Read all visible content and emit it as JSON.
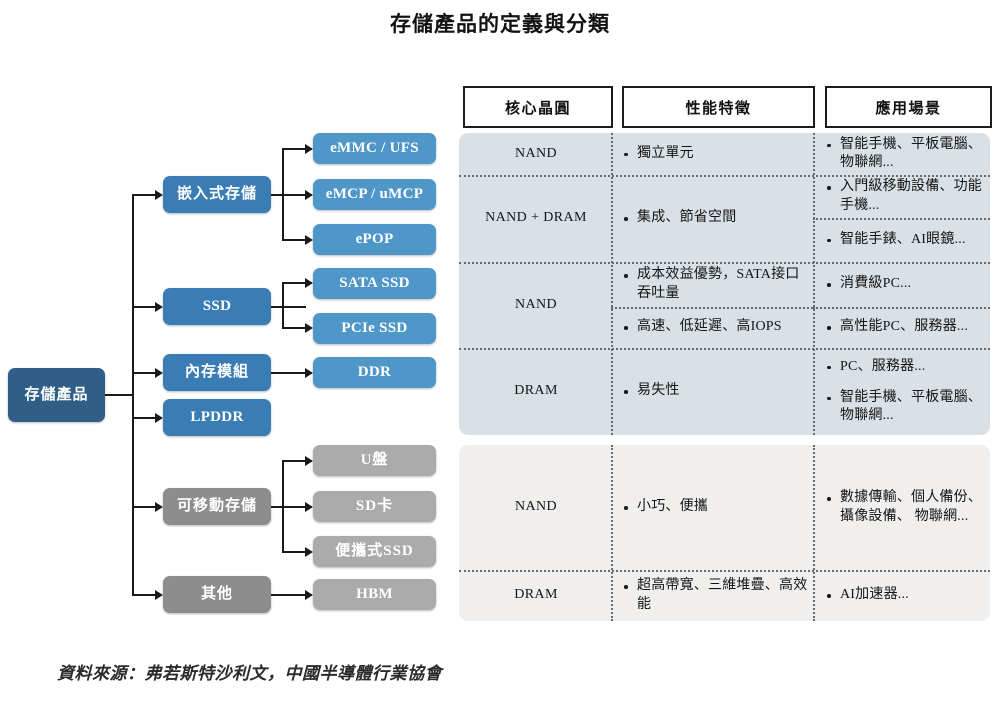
{
  "title": "存儲產品的定義與分類",
  "footer": "資料來源：弗若斯特沙利文，中國半導體行業協會",
  "colors": {
    "root": "#2f5f87",
    "level2_blue": "#3a7cb4",
    "level3_blue": "#4e97c8",
    "level2_gray": "#8d8d8d",
    "level3_gray": "#ababab",
    "block_upper": "#d9e1e6",
    "block_lower": "#f0efed"
  },
  "tree": {
    "root": {
      "label": "存儲產品"
    },
    "branches": [
      {
        "label": "嵌入式存儲",
        "style": "blue",
        "children": [
          {
            "label": "eMMC / UFS"
          },
          {
            "label": "eMCP / uMCP"
          },
          {
            "label": "ePOP"
          }
        ]
      },
      {
        "label": "SSD",
        "style": "blue",
        "children": [
          {
            "label": "SATA SSD"
          },
          {
            "label": "PCIe SSD"
          }
        ]
      },
      {
        "label": "內存模組",
        "style": "blue",
        "children": [
          {
            "label": "DDR"
          }
        ]
      },
      {
        "label": "LPDDR",
        "style": "blue",
        "children": []
      },
      {
        "label": "可移動存儲",
        "style": "gray",
        "children": [
          {
            "label": "U盤"
          },
          {
            "label": "SD卡"
          },
          {
            "label": "便攜式SSD"
          }
        ]
      },
      {
        "label": "其他",
        "style": "gray",
        "children": [
          {
            "label": "HBM"
          }
        ]
      }
    ]
  },
  "table": {
    "headers": [
      {
        "label": "核心晶圓"
      },
      {
        "label": "性能特徵"
      },
      {
        "label": "應用場景"
      }
    ],
    "rows": [
      {
        "chip": "NAND",
        "features": [
          "獨立單元"
        ],
        "applications": [
          "智能手機、平板電腦、物聯網..."
        ]
      },
      {
        "chip": "NAND + DRAM",
        "features": [
          "集成、節省空間"
        ],
        "applications": [
          "入門級移動設備、功能手機...",
          "智能手錶、AI眼鏡..."
        ]
      },
      {
        "chip": "NAND",
        "features": [
          "成本效益優勢，SATA接口吞吐量",
          "高速、低延遲、高IOPS"
        ],
        "applications": [
          "消費級PC...",
          "高性能PC、服務器..."
        ]
      },
      {
        "chip": "DRAM",
        "features": [
          "易失性"
        ],
        "applications": [
          "PC、服務器...",
          "智能手機、平板電腦、物聯網..."
        ]
      },
      {
        "chip": "NAND",
        "features": [
          "小巧、便攜"
        ],
        "applications": [
          "數據傳輸、個人備份、攝像設備、 物聯網..."
        ]
      },
      {
        "chip": "DRAM",
        "features": [
          "超高帶寬、三維堆疊、高效能"
        ],
        "applications": [
          "AI加速器..."
        ]
      }
    ]
  }
}
